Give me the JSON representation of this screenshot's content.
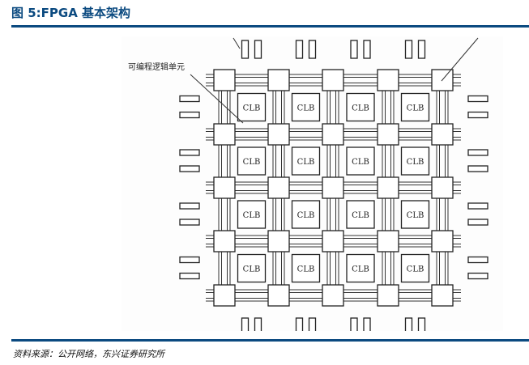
{
  "title": "图 5:FPGA 基本架构",
  "diagram": {
    "label_clb": "可编程逻辑单元",
    "clb_text": "CLB",
    "grid_rows": 4,
    "grid_cols": 4
  },
  "source": "资料来源：公开网络，东兴证券研究所"
}
